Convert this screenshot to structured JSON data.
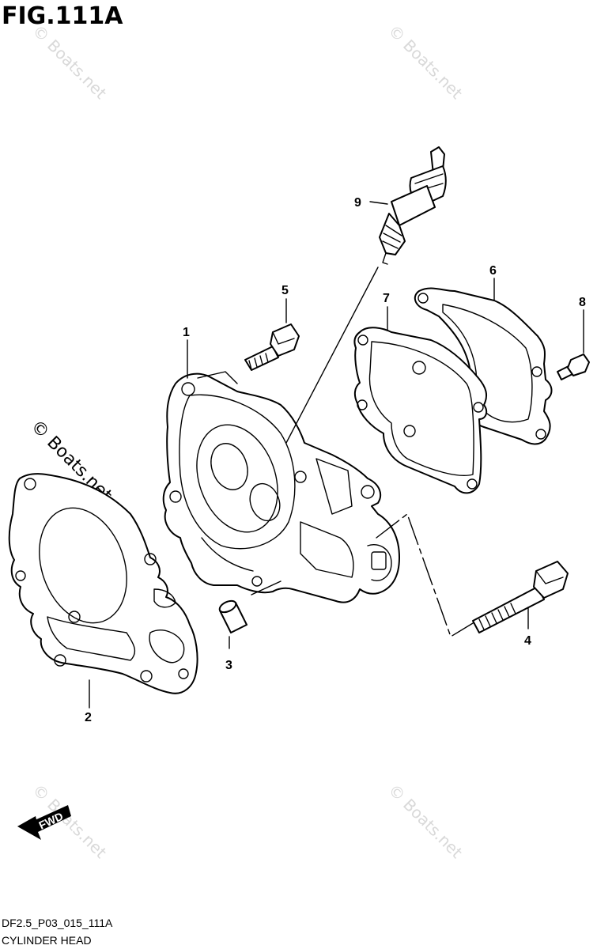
{
  "figure": {
    "title": "FIG.111A",
    "code": "DF2.5_P03_015_111A",
    "name": "CYLINDER HEAD"
  },
  "watermark": "© Boats.net",
  "direction_badge": "FWD",
  "callouts": {
    "c1": "1",
    "c2": "2",
    "c3": "3",
    "c4": "4",
    "c5": "5",
    "c6": "6",
    "c7": "7",
    "c8": "8",
    "c9": "9"
  }
}
